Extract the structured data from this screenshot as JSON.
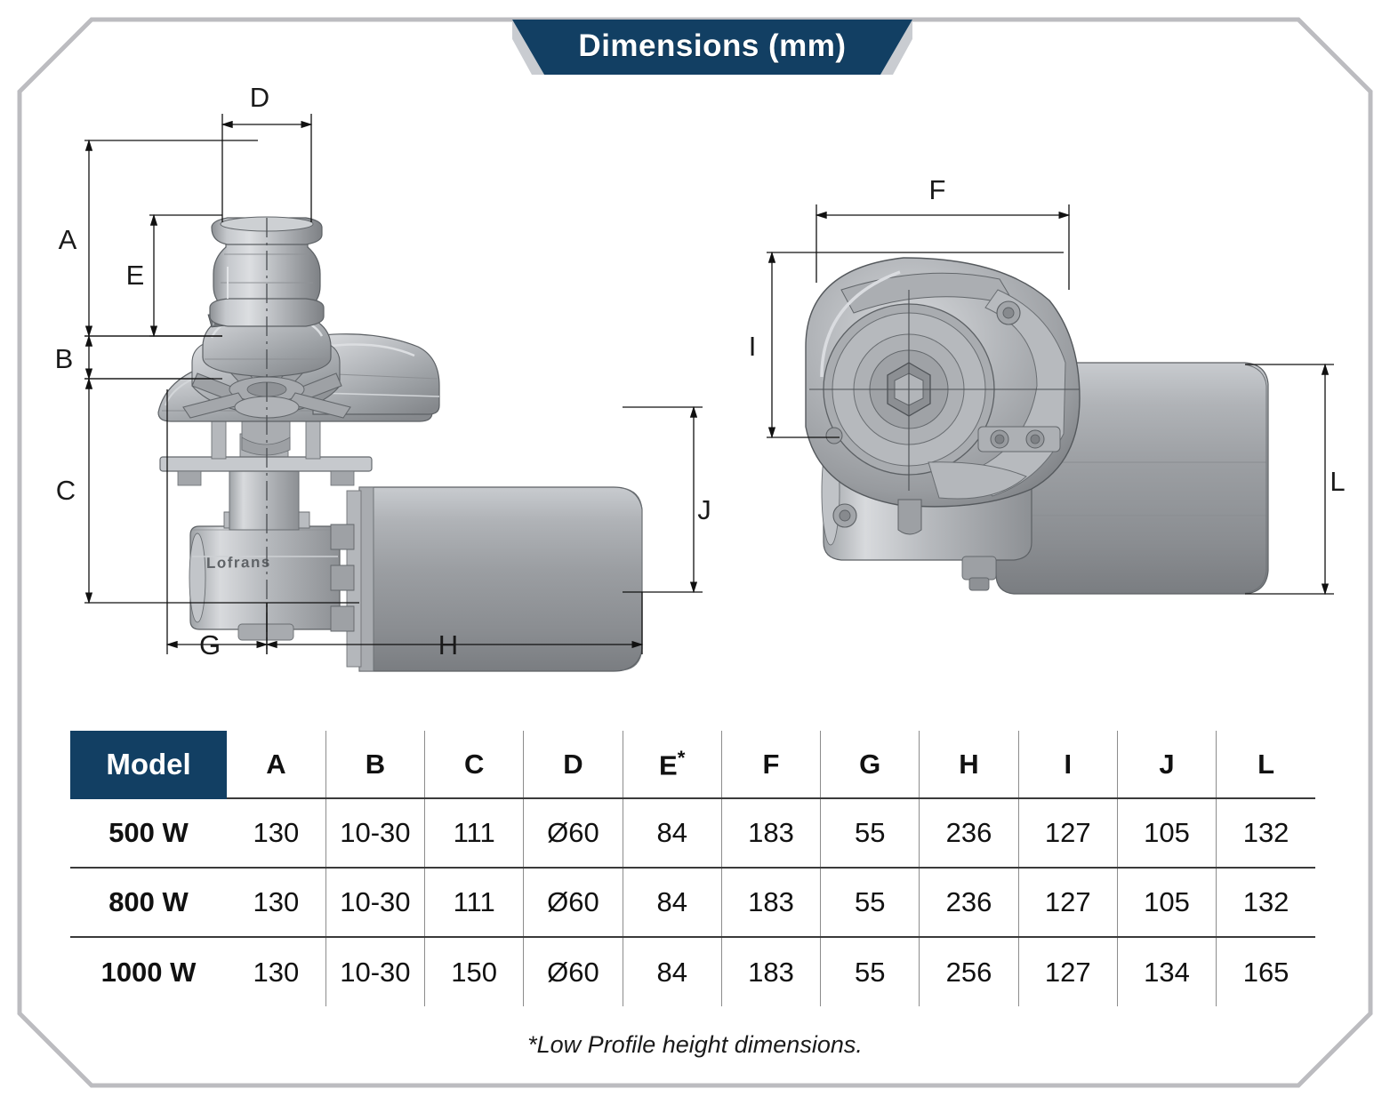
{
  "banner": {
    "title": "Dimensions  (mm)",
    "color": "#123f63"
  },
  "border": {
    "color": "#bcbcc0"
  },
  "drawings": {
    "front_view": {
      "name": "windlass-front-view",
      "dimension_labels": [
        "A",
        "B",
        "C",
        "D",
        "E",
        "G",
        "H",
        "J"
      ],
      "brand_text": "Lofrans"
    },
    "side_view": {
      "name": "windlass-side-view",
      "dimension_labels": [
        "F",
        "I",
        "L"
      ]
    }
  },
  "table": {
    "columns": [
      "Model",
      "A",
      "B",
      "C",
      "D",
      "E*",
      "F",
      "G",
      "H",
      "I",
      "J",
      "L"
    ],
    "rows": [
      {
        "model": "500 W",
        "values": [
          "130",
          "10-30",
          "111",
          "Ø60",
          "84",
          "183",
          "55",
          "236",
          "127",
          "105",
          "132"
        ]
      },
      {
        "model": "800 W",
        "values": [
          "130",
          "10-30",
          "111",
          "Ø60",
          "84",
          "183",
          "55",
          "236",
          "127",
          "105",
          "132"
        ]
      },
      {
        "model": "1000 W",
        "values": [
          "130",
          "10-30",
          "150",
          "Ø60",
          "84",
          "183",
          "55",
          "256",
          "127",
          "134",
          "165"
        ]
      }
    ]
  },
  "footnote": "*Low Profile height dimensions.",
  "chart_data": {
    "type": "table",
    "title": "Dimensions  (mm)",
    "categories": [
      "500 W",
      "800 W",
      "1000 W"
    ],
    "series": [
      {
        "name": "A",
        "values": [
          130,
          130,
          130
        ]
      },
      {
        "name": "B",
        "values": [
          "10-30",
          "10-30",
          "10-30"
        ]
      },
      {
        "name": "C",
        "values": [
          111,
          111,
          150
        ]
      },
      {
        "name": "D",
        "values": [
          "Ø60",
          "Ø60",
          "Ø60"
        ]
      },
      {
        "name": "E*",
        "values": [
          84,
          84,
          84
        ]
      },
      {
        "name": "F",
        "values": [
          183,
          183,
          183
        ]
      },
      {
        "name": "G",
        "values": [
          55,
          55,
          55
        ]
      },
      {
        "name": "H",
        "values": [
          236,
          236,
          256
        ]
      },
      {
        "name": "I",
        "values": [
          127,
          127,
          127
        ]
      },
      {
        "name": "J",
        "values": [
          105,
          105,
          134
        ]
      },
      {
        "name": "L",
        "values": [
          132,
          132,
          165
        ]
      }
    ],
    "xlabel": "Model",
    "ylabel": "Dimension (mm)",
    "note": "*Low Profile height dimensions."
  }
}
